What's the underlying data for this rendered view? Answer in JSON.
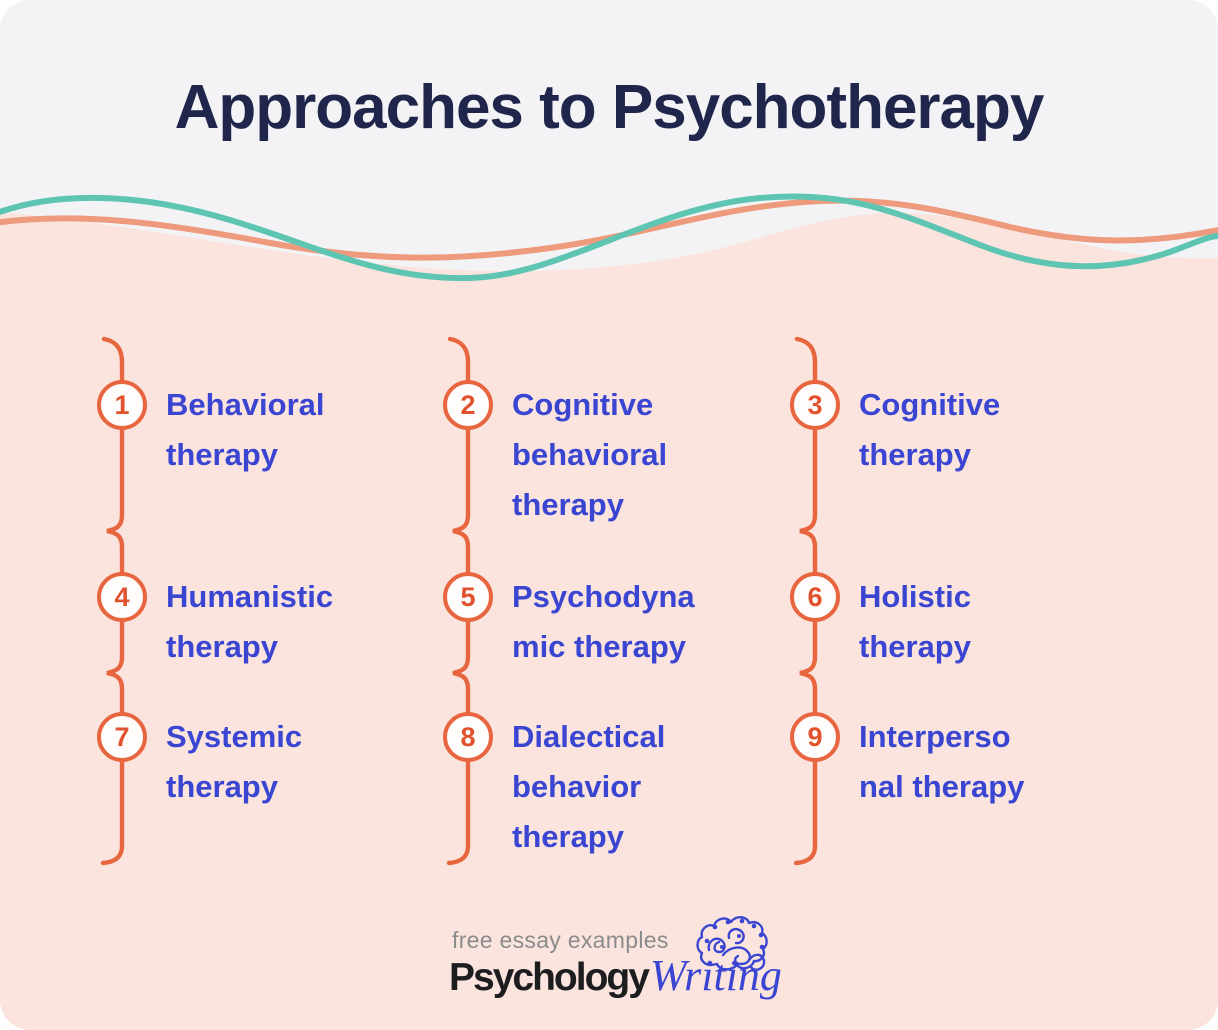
{
  "title": "Approaches to Psychotherapy",
  "items": [
    {
      "number": "1",
      "label": "Behavioral\ntherapy"
    },
    {
      "number": "2",
      "label": "Cognitive\nbehavioral\ntherapy"
    },
    {
      "number": "3",
      "label": "Cognitive\ntherapy"
    },
    {
      "number": "4",
      "label": "Humanistic\ntherapy"
    },
    {
      "number": "5",
      "label": "Psychodyna\nmic therapy"
    },
    {
      "number": "6",
      "label": "Holistic\ntherapy"
    },
    {
      "number": "7",
      "label": "Systemic\ntherapy"
    },
    {
      "number": "8",
      "label": "Dialectical\nbehavior\ntherapy"
    },
    {
      "number": "9",
      "label": "Interperso\nnal therapy"
    }
  ],
  "footer": {
    "tagline": "free essay examples",
    "brand_primary": "Psychology",
    "brand_secondary": "Writing"
  },
  "colors": {
    "title_navy": "#20254B",
    "item_text_blue": "#3A46D1",
    "accent_orange_line": "#E8663F",
    "number_orange": "#E0522D",
    "wave_teal": "#5FC5B3",
    "wave_salmon": "#EE9B7D",
    "background_top": "#F3F3F5",
    "background_bottom": "#FAE4DD",
    "tagline_gray": "#8B8B8D",
    "brand_black": "#1D1D20"
  }
}
